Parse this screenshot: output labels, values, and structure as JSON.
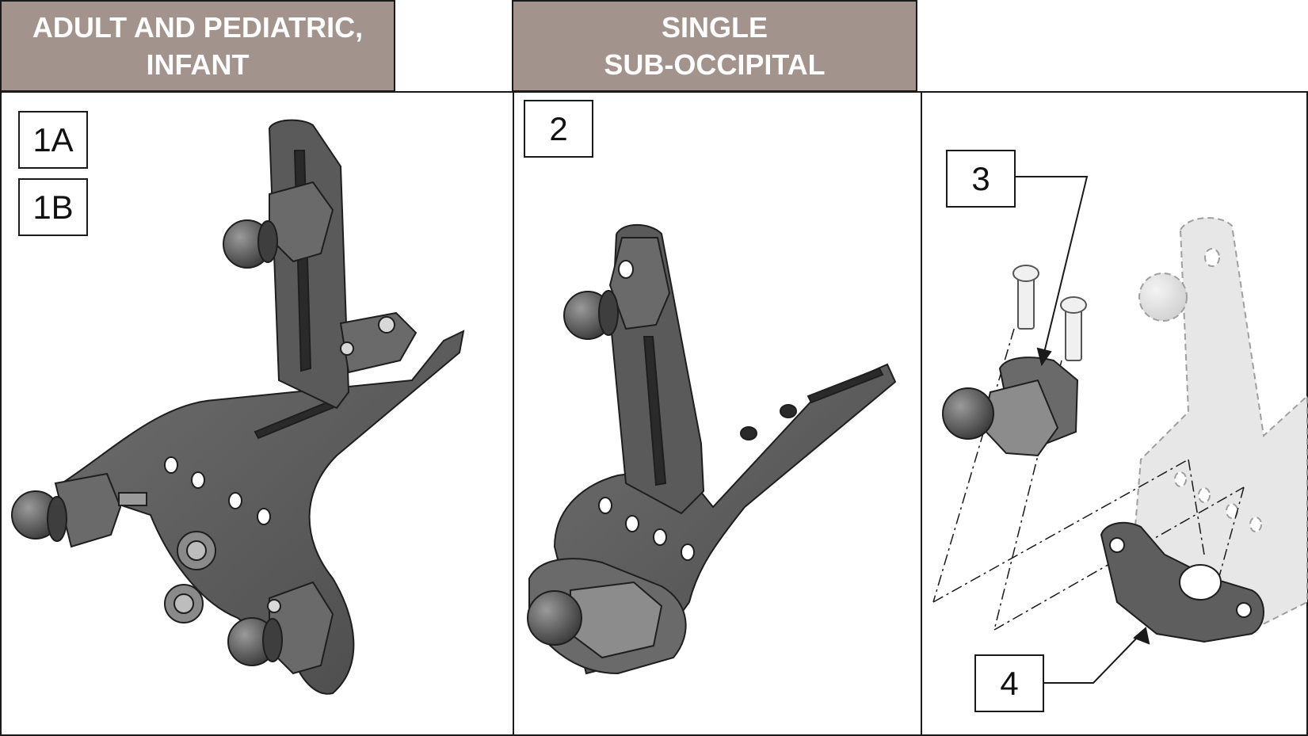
{
  "headers": {
    "left": {
      "line1": "ADULT AND PEDIATRIC,",
      "line2": "INFANT"
    },
    "middle": {
      "line1": "SINGLE",
      "line2": "SUB-OCCIPITAL"
    }
  },
  "callouts": {
    "c1a": "1A",
    "c1b": "1B",
    "c2": "2",
    "c3": "3",
    "c4": "4"
  },
  "colors": {
    "header_bg": "#a2938c",
    "part_dark": "#5c5c5c",
    "part_ghost": "#e6e6e6"
  }
}
